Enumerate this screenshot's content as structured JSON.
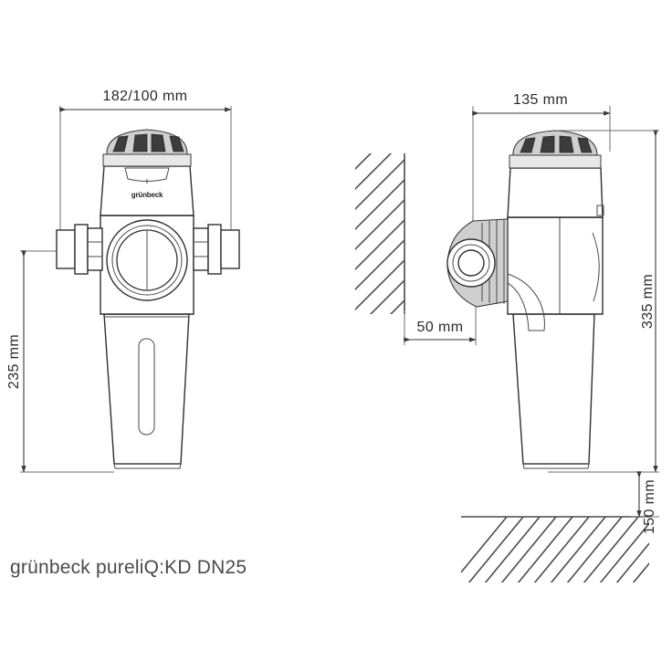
{
  "drawing": {
    "title_caption": "grünbeck pureliQ:KD DN25",
    "brand_label": "grünbeck",
    "views": [
      {
        "id": "front-view",
        "name": "front elevation"
      },
      {
        "id": "side-view",
        "name": "side elevation with wall and floor"
      }
    ]
  },
  "dimensions": {
    "front_width": "182/100 mm",
    "front_height": "235 mm",
    "side_width": "135 mm",
    "side_wall_offset": "50 mm",
    "side_total_height": "335 mm",
    "side_floor_clearance": "150 mm"
  },
  "colors": {
    "line": "#2f2f2f",
    "dimension": "#3a3a3a",
    "hatch": "#4c4c4c",
    "caption": "#4a4a4a",
    "background": "#ffffff"
  }
}
